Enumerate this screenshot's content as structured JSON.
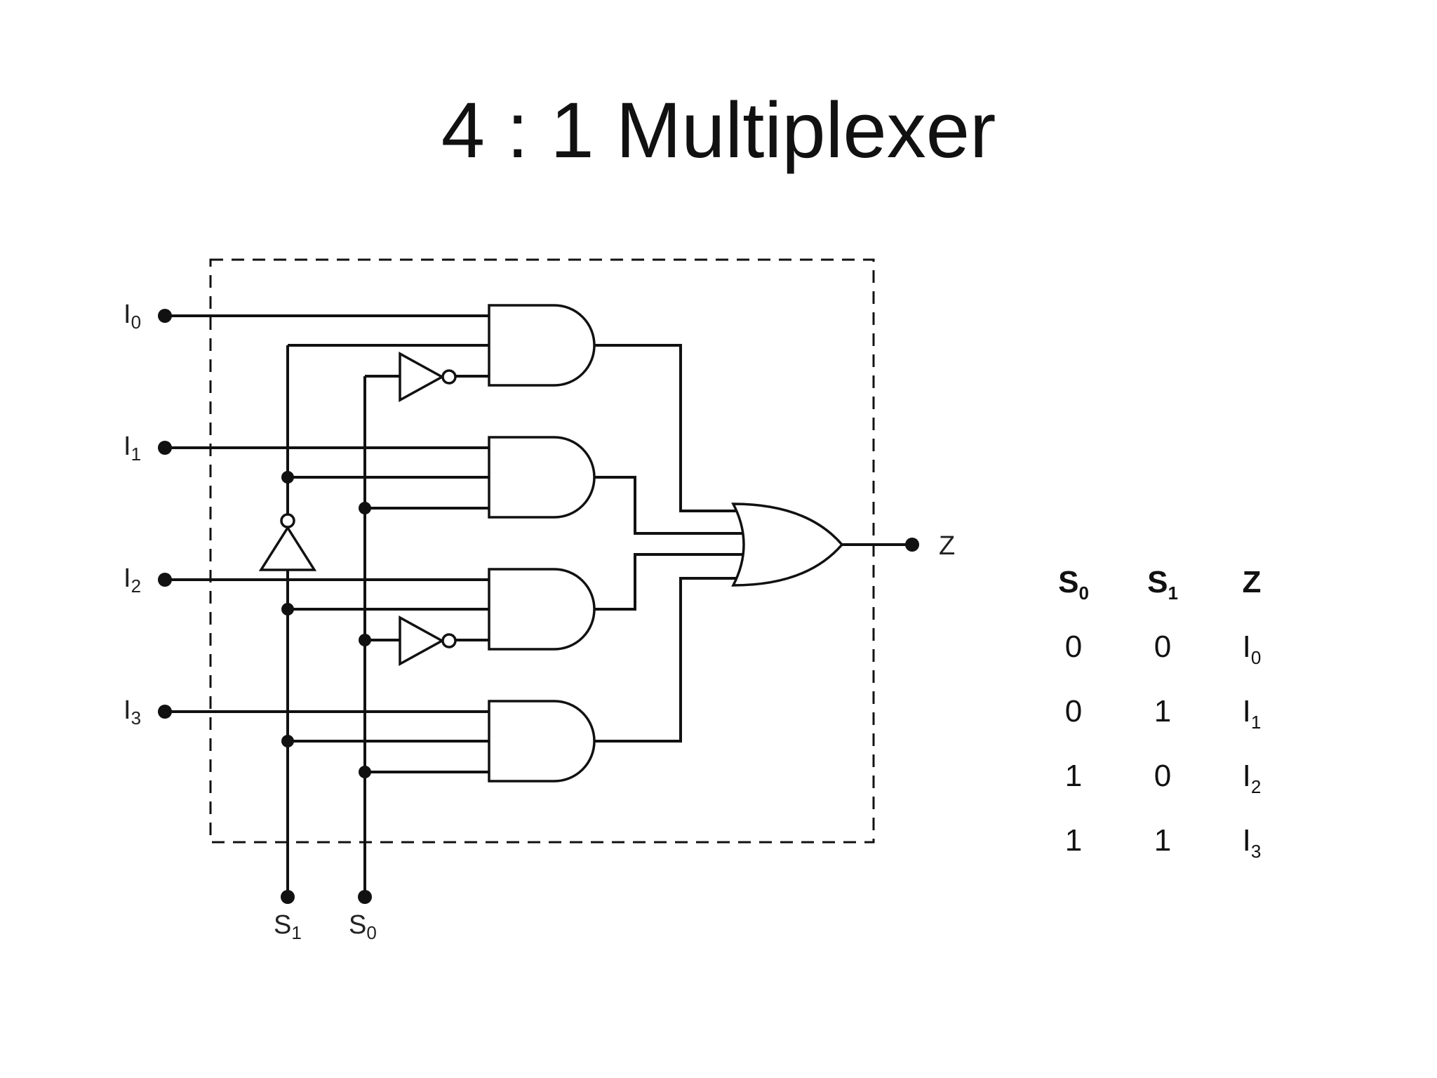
{
  "title": "4 : 1 Multiplexer",
  "circuit": {
    "inputs": [
      {
        "label": "I",
        "sub": "0"
      },
      {
        "label": "I",
        "sub": "1"
      },
      {
        "label": "I",
        "sub": "2"
      },
      {
        "label": "I",
        "sub": "3"
      }
    ],
    "selects": [
      {
        "label": "S",
        "sub": "1"
      },
      {
        "label": "S",
        "sub": "0"
      }
    ],
    "output": "Z"
  },
  "truth_table": {
    "headers": [
      {
        "label": "S",
        "sub": "0"
      },
      {
        "label": "S",
        "sub": "1"
      },
      {
        "label": "Z",
        "sub": ""
      }
    ],
    "rows": [
      {
        "s0": "0",
        "s1": "0",
        "z": "I",
        "z_sub": "0"
      },
      {
        "s0": "0",
        "s1": "1",
        "z": "I",
        "z_sub": "1"
      },
      {
        "s0": "1",
        "s1": "0",
        "z": "I",
        "z_sub": "2"
      },
      {
        "s0": "1",
        "s1": "1",
        "z": "I",
        "z_sub": "3"
      }
    ]
  }
}
